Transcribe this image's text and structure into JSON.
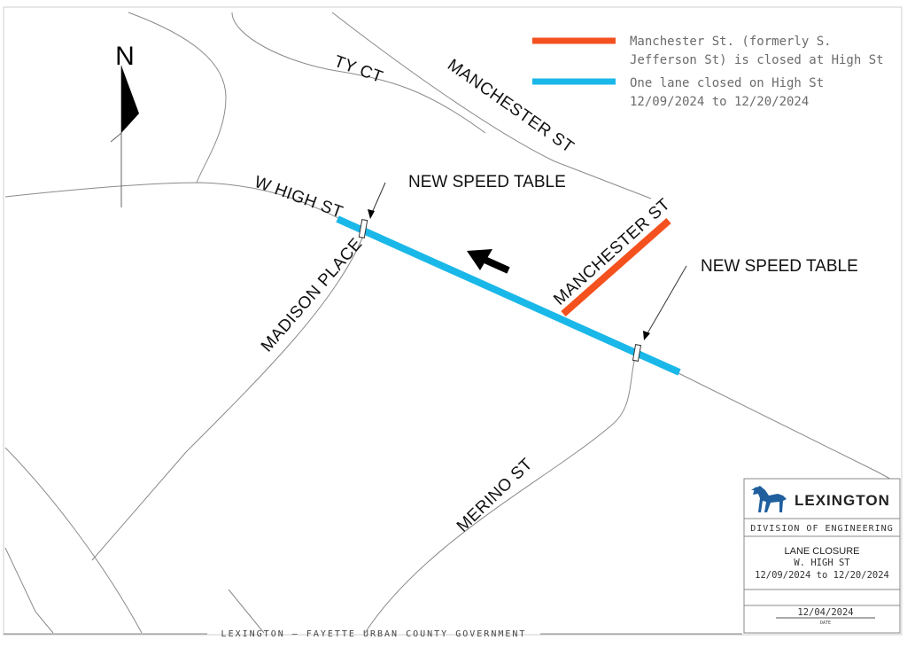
{
  "north_label": "N",
  "streets": {
    "ty_ct": "TY CT",
    "manchester_top": "MANCHESTER ST",
    "w_high_st": "W HIGH ST",
    "manchester_lower": "MANCHESTER ST",
    "madison_place": "MADISON PLACE",
    "merino_st": "MERINO ST"
  },
  "callouts": {
    "speed_table_1": "NEW SPEED TABLE",
    "speed_table_2": "NEW SPEED TABLE"
  },
  "legend": {
    "closed_line1": "Manchester St. (formerly S.",
    "closed_line2": "Jefferson St) is closed at High St",
    "closed_color": "#f4511e",
    "lane_line1": "One lane closed on High St",
    "lane_line2": "12/09/2024 to 12/20/2024",
    "lane_color": "#1ab8e8"
  },
  "title_block": {
    "brand": "LEXINGTON",
    "division": "DIVISION OF ENGINEERING",
    "title": "LANE CLOSURE",
    "street": "W. HIGH ST",
    "dates": "12/09/2024 to 12/20/2024",
    "date": "12/04/2024",
    "date_label": "DATE"
  },
  "footer": "LEXINGTON – FAYETTE URBAN COUNTY GOVERNMENT",
  "icons": {
    "north_arrow": "north-arrow-icon",
    "traffic_direction": "direction-arrow-icon",
    "logo": "horse-logo-icon"
  }
}
